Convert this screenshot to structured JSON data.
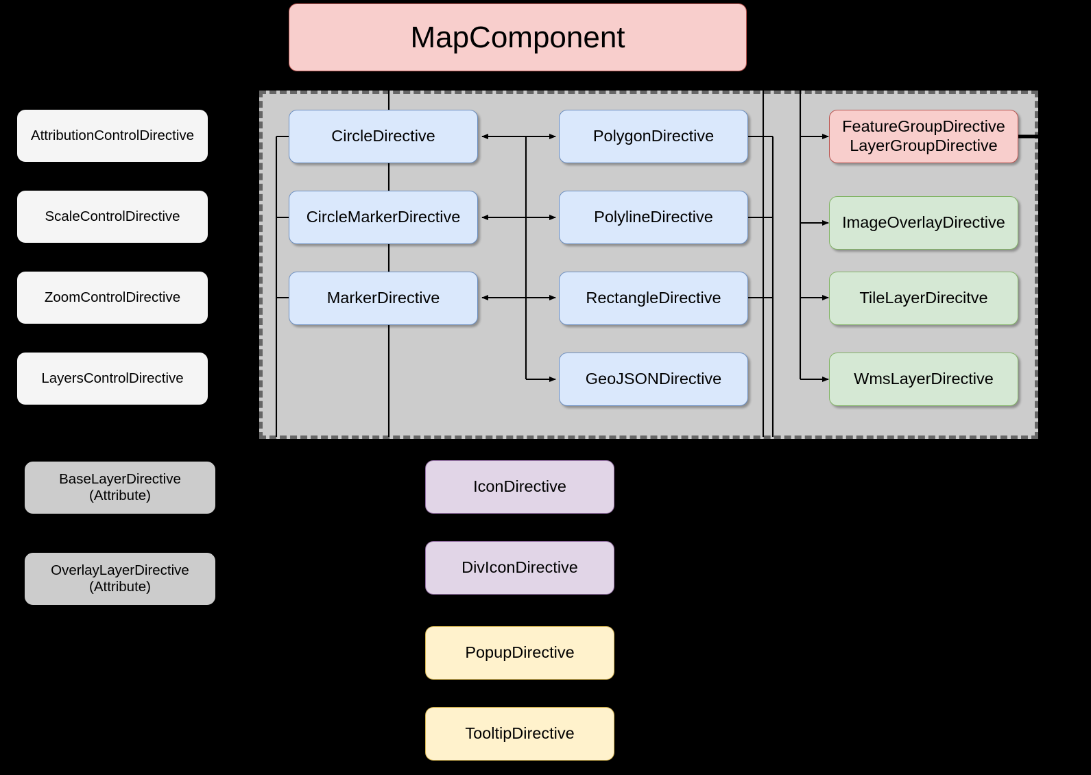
{
  "diagram": {
    "title": "MapComponent",
    "type": "architecture-diagram",
    "colors": {
      "title_fill": "#f8cecc",
      "title_stroke": "#b85450",
      "blue_fill": "#dae8fc",
      "blue_stroke": "#6c8ebf",
      "green_fill": "#d5e8d4",
      "green_stroke": "#82b366",
      "pink_fill": "#f8cecc",
      "pink_stroke": "#b85450",
      "purple_fill": "#e1d5e7",
      "purple_stroke": "#9673a6",
      "yellow_fill": "#fff2cc",
      "yellow_stroke": "#d6b656",
      "gray_fill": "#cccccc",
      "white_fill": "#f5f5f5",
      "container_fill": "#cccccc",
      "container_stroke": "#666666",
      "background": "#000000",
      "connector": "#000000"
    }
  },
  "controls": {
    "items": [
      {
        "label": "AttributionControlDirective"
      },
      {
        "label": "ScaleControlDirective"
      },
      {
        "label": "ZoomControlDirective"
      },
      {
        "label": "LayersControlDirective"
      }
    ]
  },
  "attributes": {
    "items": [
      {
        "line1": "BaseLayerDirective",
        "line2": "(Attribute)"
      },
      {
        "line1": "OverlayLayerDirective",
        "line2": "(Attribute)"
      }
    ]
  },
  "group": {
    "column_left": [
      {
        "label": "CircleDirective"
      },
      {
        "label": "CircleMarkerDirective"
      },
      {
        "label": "MarkerDirective"
      }
    ],
    "column_middle": [
      {
        "label": "PolygonDirective"
      },
      {
        "label": "PolylineDirective"
      },
      {
        "label": "RectangleDirective"
      },
      {
        "label": "GeoJSONDirective"
      }
    ],
    "column_right": [
      {
        "line1": "FeatureGroupDirective",
        "line2": "LayerGroupDirective"
      },
      {
        "label": "ImageOverlayDirective"
      },
      {
        "label": "TileLayerDirecitve"
      },
      {
        "label": "WmsLayerDirective"
      }
    ]
  },
  "bottom": {
    "items": [
      {
        "label": "IconDirective"
      },
      {
        "label": "DivIconDirective"
      },
      {
        "label": "PopupDirective"
      },
      {
        "label": "TooltipDirective"
      }
    ]
  }
}
